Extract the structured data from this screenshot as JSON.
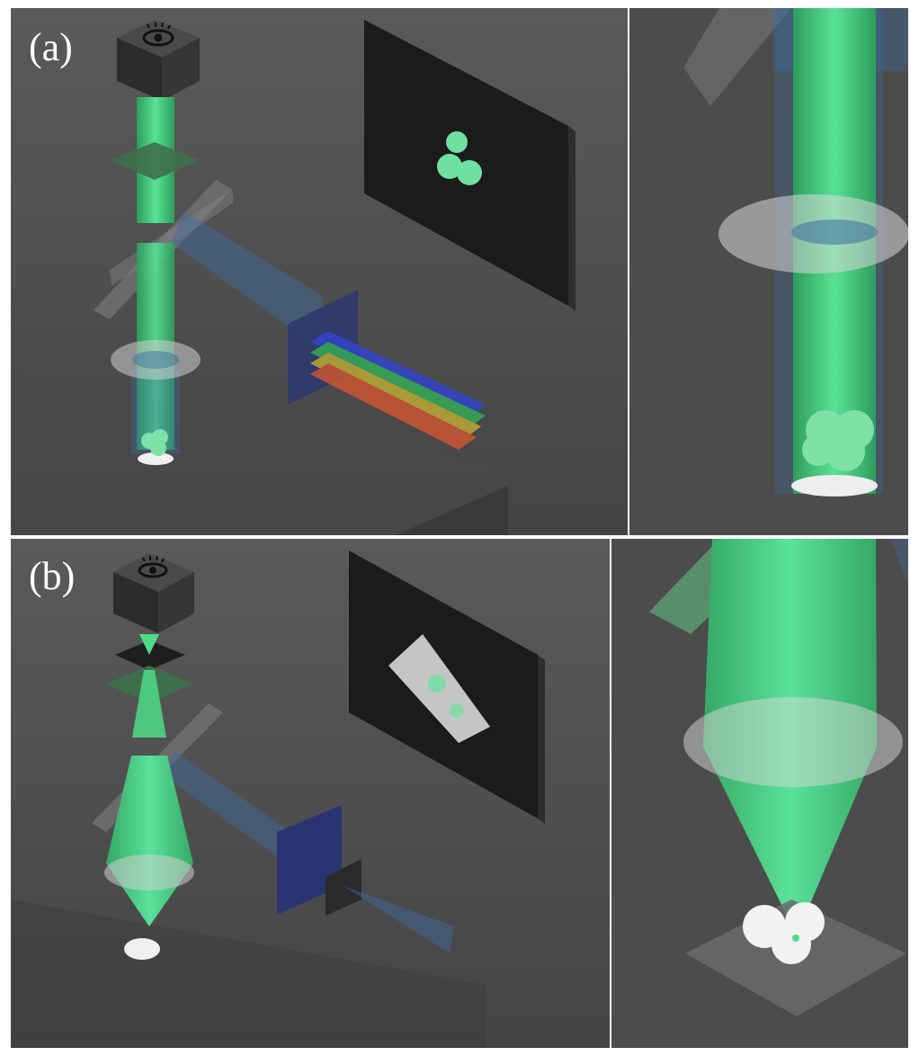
{
  "figure": {
    "panels": [
      {
        "id": "a",
        "label": "(a)",
        "mode": "widefield"
      },
      {
        "id": "b",
        "label": "(b)",
        "mode": "confocal"
      }
    ]
  },
  "colors": {
    "background": "#505050",
    "frame_border": "#ffffff",
    "beam_green": "#4fdc8a",
    "beam_blue": "#3d6da0",
    "camera_body": "#2b2b2b",
    "screen": "#1c1c1c",
    "glass_ring": "#d0d0d0",
    "sample": "#f0f0f0",
    "spectrum": [
      "#3344cc",
      "#33aa55",
      "#bba833",
      "#cc5533",
      "#bb3366"
    ]
  },
  "icons": [
    "eye-icon"
  ]
}
